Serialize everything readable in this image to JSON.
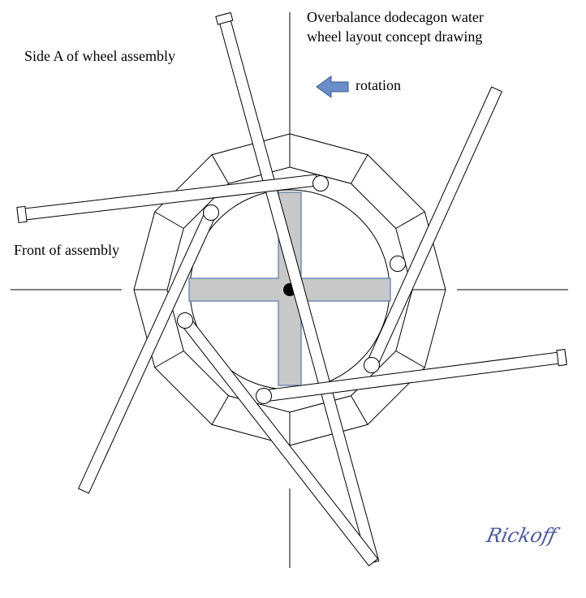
{
  "title": [
    "Overbalance dodecagon water",
    "wheel layout concept drawing"
  ],
  "side_label": "Side A of wheel assembly",
  "front_label": "Front of assembly",
  "rotation_label": "rotation",
  "signature": "Rickoff",
  "colors": {
    "line": "#000000",
    "hub_fill": "#c8c8c8",
    "hub_edge": "#5a78a8",
    "arrow_fill": "#6a8ec8",
    "arrow_edge": "#3a5a90",
    "signature": "#4a5a9a"
  },
  "icons": {
    "rotation_arrow": "left-arrow-icon"
  }
}
